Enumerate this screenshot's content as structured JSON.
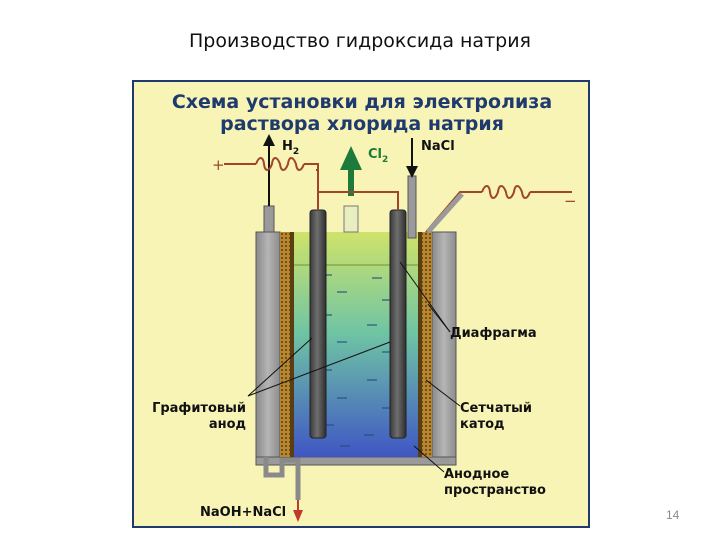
{
  "slide": {
    "title": "Производство гидроксида натрия",
    "page_number": "14"
  },
  "diagram": {
    "heading_line1": "Схема установки для электролиза",
    "heading_line2": "раствора хлорида натрия",
    "gas_h2": "H",
    "gas_h2_sub": "2",
    "gas_cl2": "Cl",
    "gas_cl2_sub": "2",
    "input_nacl": "NaCl",
    "output_naoh": "NaOH+NaCl",
    "label_diaphragm": "Диафрагма",
    "label_anode_line1": "Графитовый",
    "label_anode_line2": "анод",
    "label_cathode_line1": "Сетчатый",
    "label_cathode_line2": "катод",
    "label_anode_space_line1": "Анодное",
    "label_anode_space_line2": "пространство",
    "terminal_plus": "+",
    "terminal_minus": "−",
    "colors": {
      "background": "#f7f4b6",
      "border": "#1e3a6e",
      "heading": "#1e3a6e",
      "cl2_arrow": "#1e7a3a",
      "wire": "#a0452a",
      "output_arrow": "#c0392b"
    }
  }
}
